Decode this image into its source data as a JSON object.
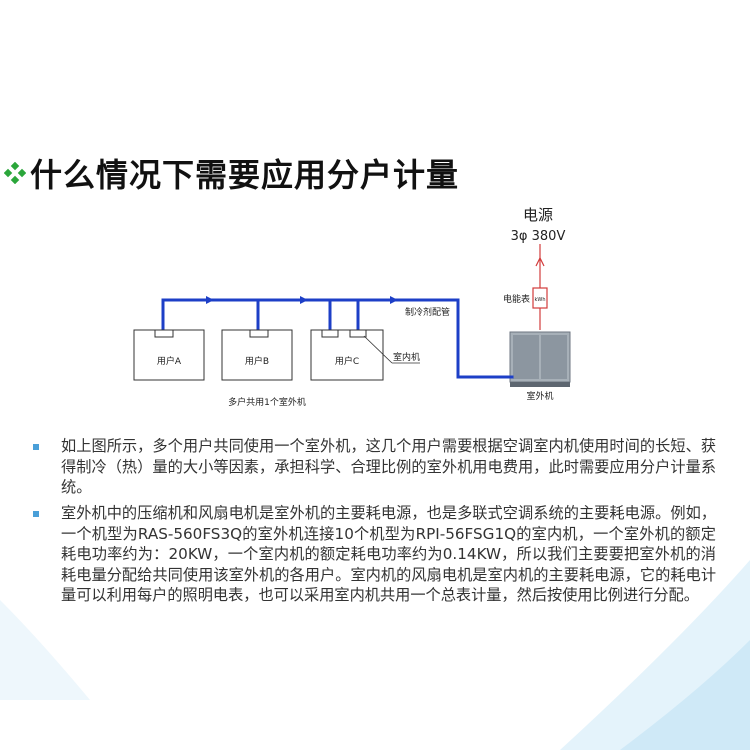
{
  "slide": {
    "title": "什么情况下需要应用分户计量",
    "accent_color": "#2aa63a"
  },
  "diagram": {
    "power_label": "电源",
    "power_spec": "3φ 380V",
    "meter_label": "电能表",
    "meter_box_text": "kWh",
    "pipe_label": "制冷剂配管",
    "indoor_unit_label": "室内机",
    "outdoor_unit_label": "室外机",
    "caption": "多户共用1个室外机",
    "users": [
      "用户A",
      "用户B",
      "用户C"
    ],
    "pipe_color": "#1d3fc7",
    "power_line_color": "#d23b3b"
  },
  "paragraphs": [
    "如上图所示，多个用户共同使用一个室外机，这几个用户需要根据空调室内机使用时间的长短、获得制冷（热）量的大小等因素，承担科学、合理比例的室外机用电费用，此时需要应用分户计量系统。",
    "室外机中的压缩机和风扇电机是室外机的主要耗电源，也是多联式空调系统的主要耗电源。例如，一个机型为RAS-560FS3Q的室外机连接10个机型为RPI-56FSG1Q的室内机，一个室外机的额定耗电功率约为：20KW，一个室内机的额定耗电功率约为0.14KW，所以我们主要要把室外机的消耗电量分配给共同使用该室外机的各用户。室内机的风扇电机是室内机的主要耗电源，它的耗电计量可以利用每户的照明电表，也可以采用室内机共用一个总表计量，然后按使用比例进行分配。"
  ]
}
